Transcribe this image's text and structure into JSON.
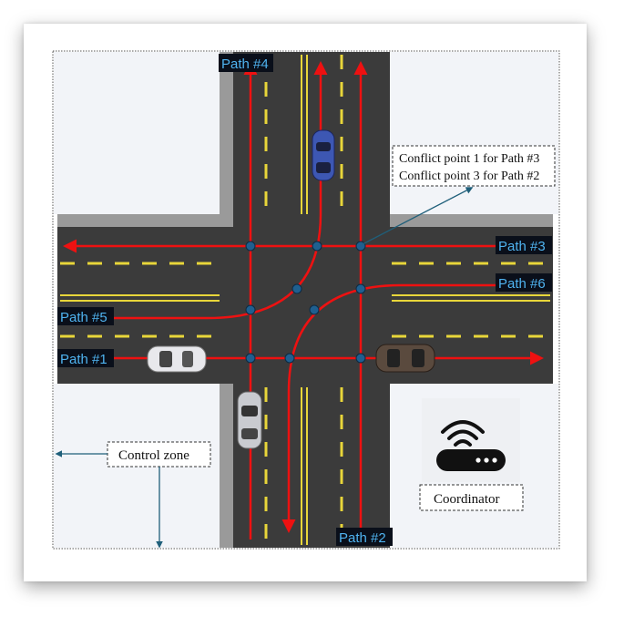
{
  "labels": {
    "path1": "Path #1",
    "path2": "Path #2",
    "path3": "Path #3",
    "path4": "Path #4",
    "path5": "Path #5",
    "path6": "Path #6"
  },
  "annotation": {
    "line1": "Conflict point 1 for Path #3",
    "line2": "Conflict point 3 for Path #2"
  },
  "control_zone_label": "Control zone",
  "coordinator_label": "Coordinator",
  "colors": {
    "road": "#3b3b3b",
    "curb": "#9a9a9a",
    "lane_marking_yellow": "#e8d63a",
    "path_red": "#ee1111",
    "conflict_point": "#1f5f8f",
    "label_text": "#4fb3f0",
    "leader_line": "#1f5f7a"
  },
  "icons": {
    "coordinator": "wifi-router-icon"
  }
}
